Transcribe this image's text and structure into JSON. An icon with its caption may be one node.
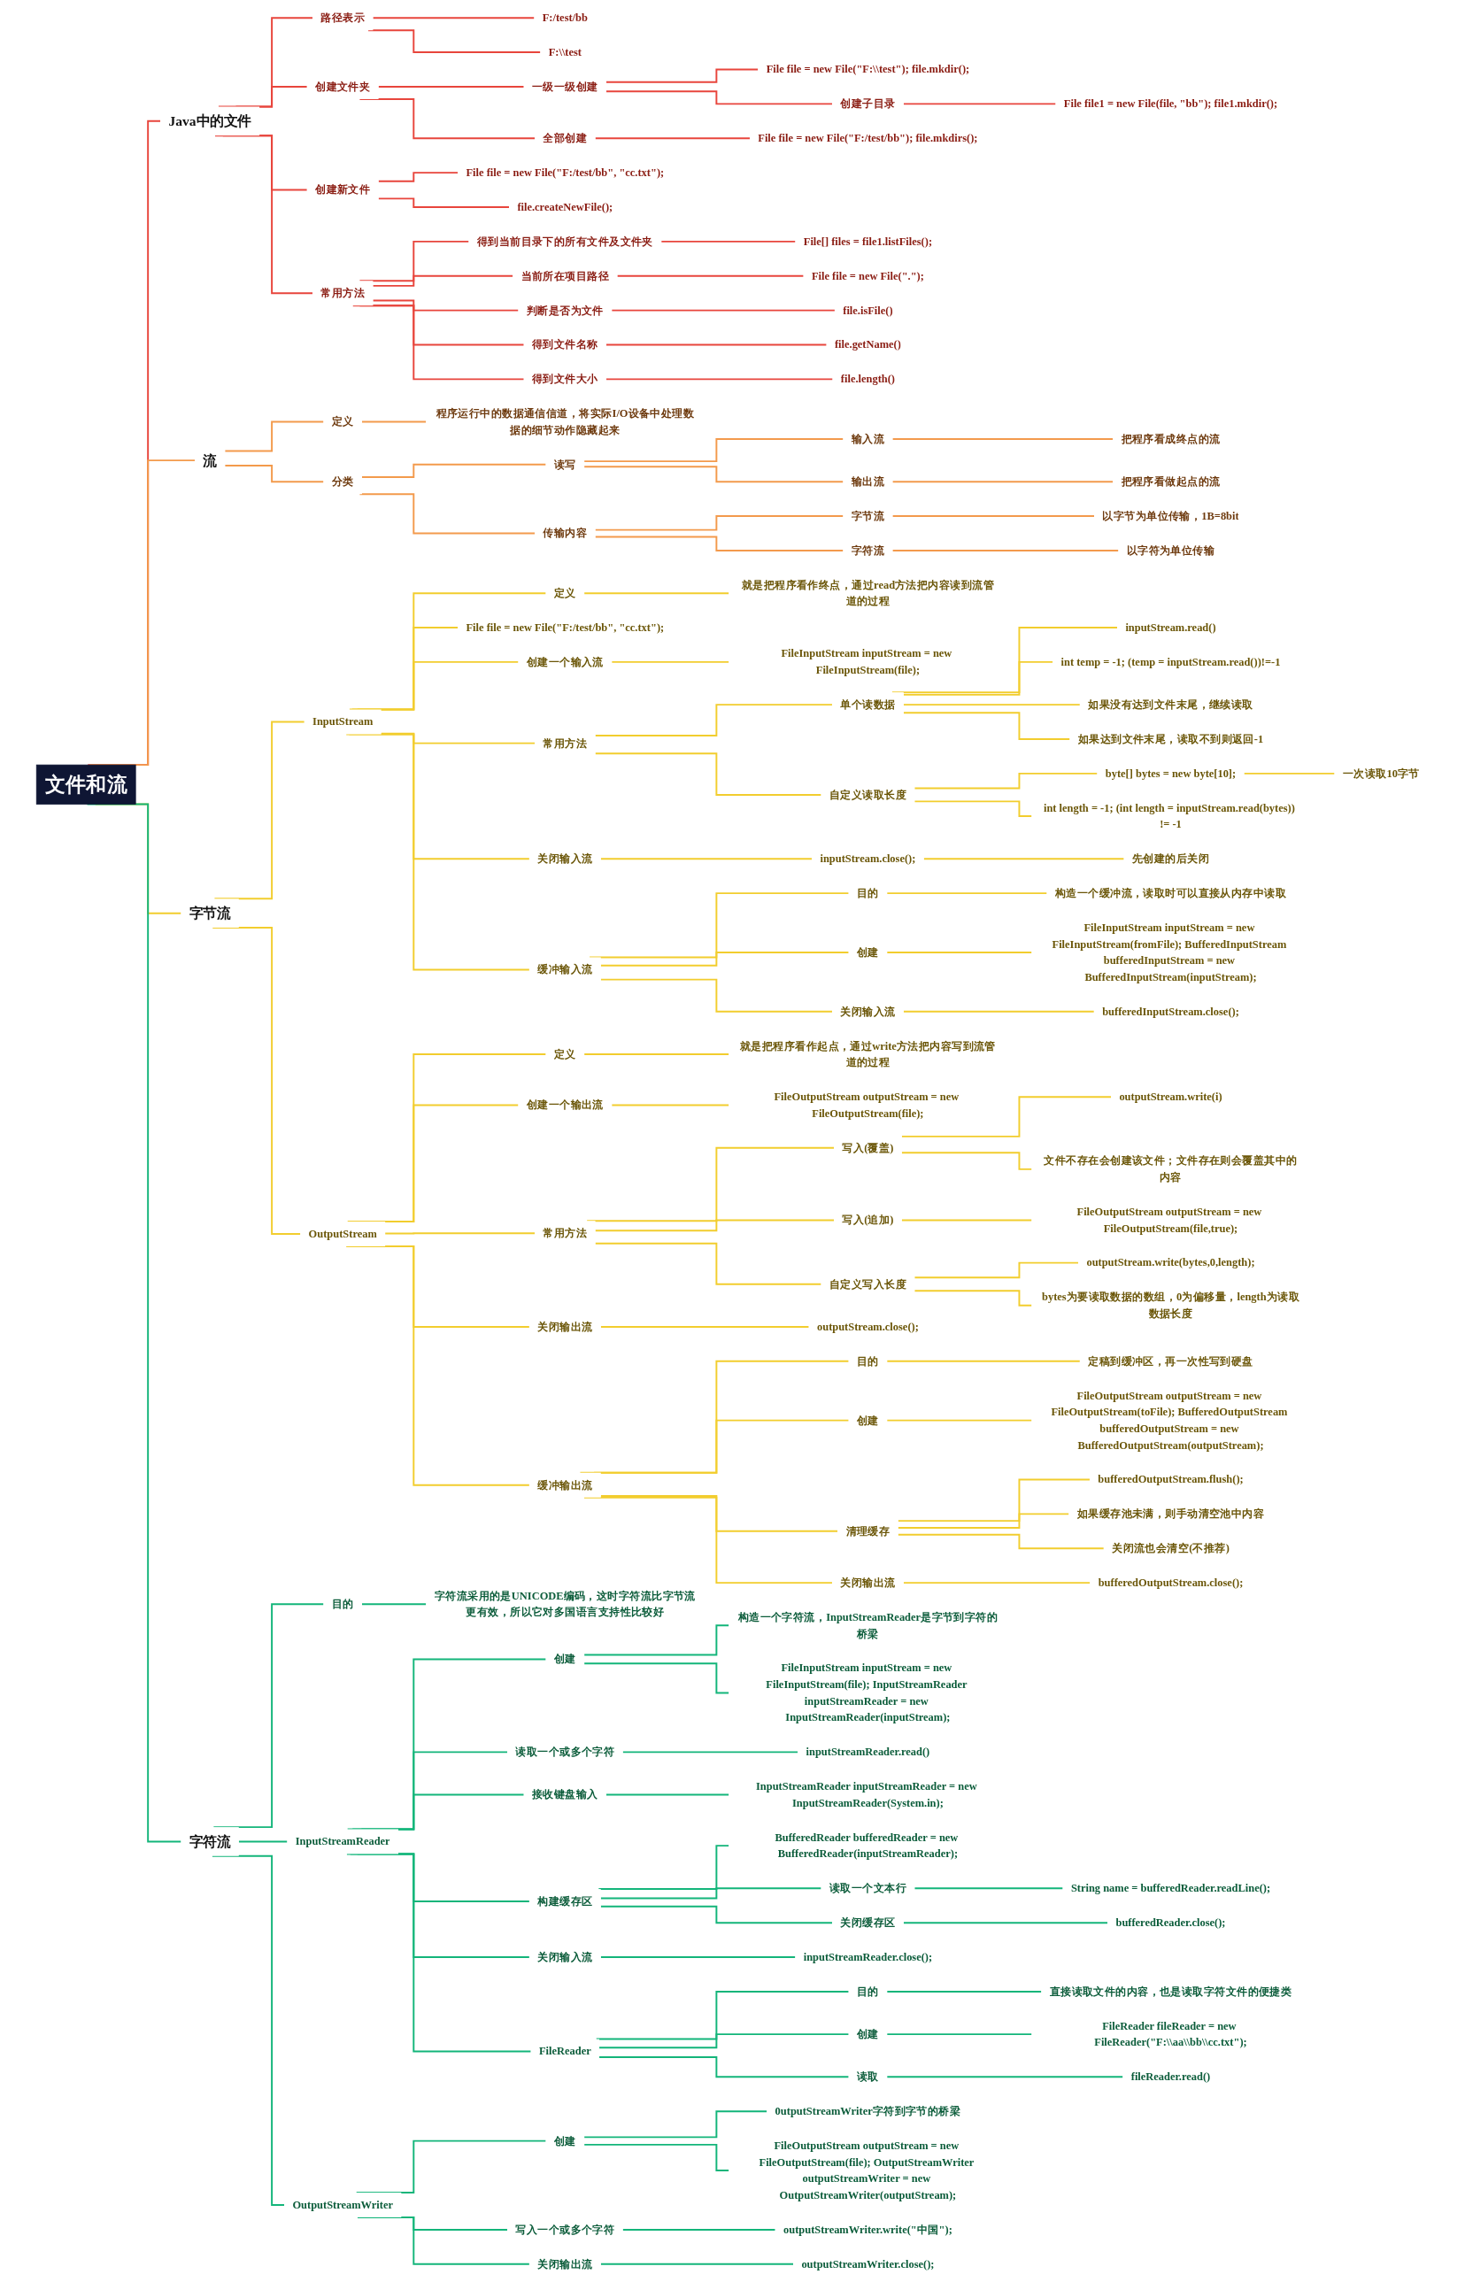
{
  "diagram": {
    "nodes": [
      {
        "text": [
          "文件和流"
        ]
      },
      {
        "text": [
          "Java中的文件"
        ]
      },
      {
        "text": [
          "路径表示"
        ]
      },
      {
        "text": [
          "F:/test/bb"
        ]
      },
      {
        "text": [
          "F:\\\\test"
        ]
      },
      {
        "text": [
          "创建文件夹"
        ]
      },
      {
        "text": [
          "一级一级创建"
        ]
      },
      {
        "text": [
          "File file = new File(\"F:\\\\test\"); file.mkdir();"
        ]
      },
      {
        "text": [
          "创建子目录"
        ]
      },
      {
        "text": [
          "File file1 = new File(file, \"bb\"); file1.mkdir();"
        ]
      },
      {
        "text": [
          "全部创建"
        ]
      },
      {
        "text": [
          "File file = new File(\"F:/test/bb\"); file.mkdirs();"
        ]
      },
      {
        "text": [
          "创建新文件"
        ]
      },
      {
        "text": [
          "File file = new File(\"F:/test/bb\", \"cc.txt\");"
        ]
      },
      {
        "text": [
          "file.createNewFile();"
        ]
      },
      {
        "text": [
          "常用方法"
        ]
      },
      {
        "text": [
          "得到当前目录下的所有文件及文件夹"
        ]
      },
      {
        "text": [
          "File[] files = file1.listFiles();"
        ]
      },
      {
        "text": [
          "当前所在项目路径"
        ]
      },
      {
        "text": [
          "File file = new File(\".\");"
        ]
      },
      {
        "text": [
          "判断是否为文件"
        ]
      },
      {
        "text": [
          "file.isFile()"
        ]
      },
      {
        "text": [
          "得到文件名称"
        ]
      },
      {
        "text": [
          "file.getName()"
        ]
      },
      {
        "text": [
          "得到文件大小"
        ]
      },
      {
        "text": [
          "file.length()"
        ]
      },
      {
        "text": [
          "流"
        ]
      },
      {
        "text": [
          "定义"
        ]
      },
      {
        "text": [
          "程序运行中的数据通信信道，将实际I/O设备中处理数据的细节动作隐藏起来"
        ]
      },
      {
        "text": [
          "分类"
        ]
      },
      {
        "text": [
          "读写"
        ]
      },
      {
        "text": [
          "输入流"
        ]
      },
      {
        "text": [
          "把程序看成终点的流"
        ]
      },
      {
        "text": [
          "输出流"
        ]
      },
      {
        "text": [
          "把程序看做起点的流"
        ]
      },
      {
        "text": [
          "传输内容"
        ]
      },
      {
        "text": [
          "字节流"
        ]
      },
      {
        "text": [
          "以字节为单位传输，1B=8bit"
        ]
      },
      {
        "text": [
          "字符流"
        ]
      },
      {
        "text": [
          "以字符为单位传输"
        ]
      },
      {
        "text": [
          "字节流"
        ]
      },
      {
        "text": [
          "InputStream"
        ]
      },
      {
        "text": [
          "定义"
        ]
      },
      {
        "text": [
          "就是把程序看作终点，通过read方法把内容读到流管道的过程"
        ]
      },
      {
        "text": [
          "File file = new File(\"F:/test/bb\", \"cc.txt\");"
        ]
      },
      {
        "text": [
          "创建一个输入流"
        ]
      },
      {
        "text": [
          "FileInputStream inputStream = new FileInputStream(file);"
        ]
      },
      {
        "text": [
          "常用方法"
        ]
      },
      {
        "text": [
          "单个读数据"
        ]
      },
      {
        "text": [
          "inputStream.read()"
        ]
      },
      {
        "text": [
          "int temp = -1; (temp = inputStream.read())!=-1"
        ]
      },
      {
        "text": [
          "如果没有达到文件末尾，继续读取"
        ]
      },
      {
        "text": [
          "如果达到文件末尾，读取不到则返回-1"
        ]
      },
      {
        "text": [
          "自定义读取长度"
        ]
      },
      {
        "text": [
          "byte[] bytes = new byte[10];"
        ]
      },
      {
        "text": [
          "一次读取10字节"
        ]
      },
      {
        "text": [
          "int length = -1; (int length = inputStream.read(bytes)) != -1"
        ]
      },
      {
        "text": [
          "关闭输入流"
        ]
      },
      {
        "text": [
          "inputStream.close();"
        ]
      },
      {
        "text": [
          "先创建的后关闭"
        ]
      },
      {
        "text": [
          "缓冲输入流"
        ]
      },
      {
        "text": [
          "目的"
        ]
      },
      {
        "text": [
          "构造一个缓冲流，读取时可以直接从内存中读取"
        ]
      },
      {
        "text": [
          "创建"
        ]
      },
      {
        "text": [
          "FileInputStream inputStream = new FileInputStream(fromFile); BufferedInputStream bufferedInputStream = new BufferedInputStream(inputStream);"
        ]
      },
      {
        "text": [
          "关闭输入流"
        ]
      },
      {
        "text": [
          "bufferedInputStream.close();"
        ]
      },
      {
        "text": [
          "OutputStream"
        ]
      },
      {
        "text": [
          "定义"
        ]
      },
      {
        "text": [
          "就是把程序看作起点，通过write方法把内容写到流管道的过程"
        ]
      },
      {
        "text": [
          "创建一个输出流"
        ]
      },
      {
        "text": [
          "FileOutputStream outputStream = new FileOutputStream(file);"
        ]
      },
      {
        "text": [
          "常用方法"
        ]
      },
      {
        "text": [
          "写入(覆盖)"
        ]
      },
      {
        "text": [
          "outputStream.write(i)"
        ]
      },
      {
        "text": [
          "文件不存在会创建该文件；文件存在则会覆盖其中的内容"
        ]
      },
      {
        "text": [
          "写入(追加)"
        ]
      },
      {
        "text": [
          "FileOutputStream outputStream = new FileOutputStream(file,true);"
        ]
      },
      {
        "text": [
          "自定义写入长度"
        ]
      },
      {
        "text": [
          "outputStream.write(bytes,0,length);"
        ]
      },
      {
        "text": [
          "bytes为要读取数据的数组，0为偏移量，length为读取数据长度"
        ]
      },
      {
        "text": [
          "关闭输出流"
        ]
      },
      {
        "text": [
          "outputStream.close();"
        ]
      },
      {
        "text": [
          "缓冲输出流"
        ]
      },
      {
        "text": [
          "目的"
        ]
      },
      {
        "text": [
          "定稿到缓冲区，再一次性写到硬盘"
        ]
      },
      {
        "text": [
          "创建"
        ]
      },
      {
        "text": [
          "FileOutputStream outputStream = new FileOutputStream(toFile); BufferedOutputStream bufferedOutputStream = new BufferedOutputStream(outputStream);"
        ]
      },
      {
        "text": [
          "清理缓存"
        ]
      },
      {
        "text": [
          "bufferedOutputStream.flush();"
        ]
      },
      {
        "text": [
          "如果缓存池未满，则手动清空池中内容"
        ]
      },
      {
        "text": [
          "关闭流也会清空(不推荐)"
        ]
      },
      {
        "text": [
          "关闭输出流"
        ]
      },
      {
        "text": [
          "bufferedOutputStream.close();"
        ]
      },
      {
        "text": [
          "字符流"
        ]
      },
      {
        "text": [
          "目的"
        ]
      },
      {
        "text": [
          "字符流采用的是UNICODE编码，这时字符流比字节流更有效，所以它对多国语言支持性比较好"
        ]
      },
      {
        "text": [
          "InputStreamReader"
        ]
      },
      {
        "text": [
          "创建"
        ]
      },
      {
        "text": [
          "构造一个字符流，InputStreamReader是字节到字符的桥梁"
        ]
      },
      {
        "text": [
          "FileInputStream inputStream = new FileInputStream(file); InputStreamReader inputStreamReader = new InputStreamReader(inputStream);"
        ]
      },
      {
        "text": [
          "读取一个或多个字符"
        ]
      },
      {
        "text": [
          "inputStreamReader.read()"
        ]
      },
      {
        "text": [
          "接收键盘输入"
        ]
      },
      {
        "text": [
          "InputStreamReader inputStreamReader = new InputStreamReader(System.in);"
        ]
      },
      {
        "text": [
          "构建缓存区"
        ]
      },
      {
        "text": [
          "BufferedReader bufferedReader = new BufferedReader(inputStreamReader);"
        ]
      },
      {
        "text": [
          "读取一个文本行"
        ]
      },
      {
        "text": [
          "String name = bufferedReader.readLine();"
        ]
      },
      {
        "text": [
          "关闭缓存区"
        ]
      },
      {
        "text": [
          "bufferedReader.close();"
        ]
      },
      {
        "text": [
          "关闭输入流"
        ]
      },
      {
        "text": [
          "inputStreamReader.close();"
        ]
      },
      {
        "text": [
          "FileReader"
        ]
      },
      {
        "text": [
          "目的"
        ]
      },
      {
        "text": [
          "直接读取文件的内容，也是读取字符文件的便捷类"
        ]
      },
      {
        "text": [
          "创建"
        ]
      },
      {
        "text": [
          "FileReader fileReader = new FileReader(\"F:\\\\aa\\\\bb\\\\cc.txt\");"
        ]
      },
      {
        "text": [
          "读取"
        ]
      },
      {
        "text": [
          "fileReader.read()"
        ]
      },
      {
        "text": [
          "OutputStreamWriter"
        ]
      },
      {
        "text": [
          "创建"
        ]
      },
      {
        "text": [
          "0utputStreamWriter字符到字节的桥梁"
        ]
      },
      {
        "text": [
          "FileOutputStream outputStream = new FileOutputStream(file); OutputStreamWriter outputStreamWriter = new OutputStreamWriter(outputStream);"
        ]
      },
      {
        "text": [
          "写入一个或多个字符"
        ]
      },
      {
        "text": [
          "outputStreamWriter.write(\"中国\");"
        ]
      },
      {
        "text": [
          "关闭输出流"
        ]
      },
      {
        "text": [
          "outputStreamWriter.close();"
        ]
      }
    ],
    "edges": [
      {
        "from": 0,
        "to": 1,
        "arrow": "none",
        "color": "#e8453c"
      },
      {
        "from": 1,
        "to": 2,
        "arrow": "none",
        "color": "#e8453c"
      },
      {
        "from": 2,
        "to": 3,
        "arrow": "none",
        "color": "#e8453c"
      },
      {
        "from": 2,
        "to": 4,
        "arrow": "none",
        "color": "#e8453c"
      },
      {
        "from": 1,
        "to": 5,
        "arrow": "none",
        "color": "#e8453c"
      },
      {
        "from": 5,
        "to": 6,
        "arrow": "none",
        "color": "#e8453c"
      },
      {
        "from": 6,
        "to": 7,
        "arrow": "none",
        "color": "#e8453c"
      },
      {
        "from": 6,
        "to": 8,
        "arrow": "none",
        "color": "#e8453c"
      },
      {
        "from": 8,
        "to": 9,
        "arrow": "none",
        "color": "#e8453c"
      },
      {
        "from": 5,
        "to": 10,
        "arrow": "none",
        "color": "#e8453c"
      },
      {
        "from": 10,
        "to": 11,
        "arrow": "none",
        "color": "#e8453c"
      },
      {
        "from": 1,
        "to": 12,
        "arrow": "none",
        "color": "#e8453c"
      },
      {
        "from": 12,
        "to": 13,
        "arrow": "none",
        "color": "#e8453c"
      },
      {
        "from": 12,
        "to": 14,
        "arrow": "none",
        "color": "#e8453c"
      },
      {
        "from": 1,
        "to": 15,
        "arrow": "none",
        "color": "#e8453c"
      },
      {
        "from": 15,
        "to": 16,
        "arrow": "none",
        "color": "#e8453c"
      },
      {
        "from": 16,
        "to": 17,
        "arrow": "none",
        "color": "#e8453c"
      },
      {
        "from": 15,
        "to": 18,
        "arrow": "none",
        "color": "#e8453c"
      },
      {
        "from": 18,
        "to": 19,
        "arrow": "none",
        "color": "#e8453c"
      },
      {
        "from": 15,
        "to": 20,
        "arrow": "none",
        "color": "#e8453c"
      },
      {
        "from": 20,
        "to": 21,
        "arrow": "none",
        "color": "#e8453c"
      },
      {
        "from": 15,
        "to": 22,
        "arrow": "none",
        "color": "#e8453c"
      },
      {
        "from": 22,
        "to": 23,
        "arrow": "none",
        "color": "#e8453c"
      },
      {
        "from": 15,
        "to": 24,
        "arrow": "none",
        "color": "#e8453c"
      },
      {
        "from": 24,
        "to": 25,
        "arrow": "none",
        "color": "#e8453c"
      },
      {
        "from": 0,
        "to": 26,
        "arrow": "none",
        "color": "#f39a4c"
      },
      {
        "from": 26,
        "to": 27,
        "arrow": "none",
        "color": "#f39a4c"
      },
      {
        "from": 27,
        "to": 28,
        "arrow": "none",
        "color": "#f39a4c"
      },
      {
        "from": 26,
        "to": 29,
        "arrow": "none",
        "color": "#f39a4c"
      },
      {
        "from": 29,
        "to": 30,
        "arrow": "none",
        "color": "#f39a4c"
      },
      {
        "from": 30,
        "to": 31,
        "arrow": "none",
        "color": "#f39a4c"
      },
      {
        "from": 31,
        "to": 32,
        "arrow": "none",
        "color": "#f39a4c"
      },
      {
        "from": 30,
        "to": 33,
        "arrow": "none",
        "color": "#f39a4c"
      },
      {
        "from": 33,
        "to": 34,
        "arrow": "none",
        "color": "#f39a4c"
      },
      {
        "from": 29,
        "to": 35,
        "arrow": "none",
        "color": "#f39a4c"
      },
      {
        "from": 35,
        "to": 36,
        "arrow": "none",
        "color": "#f39a4c"
      },
      {
        "from": 36,
        "to": 37,
        "arrow": "none",
        "color": "#f39a4c"
      },
      {
        "from": 35,
        "to": 38,
        "arrow": "none",
        "color": "#f39a4c"
      },
      {
        "from": 38,
        "to": 39,
        "arrow": "none",
        "color": "#f39a4c"
      },
      {
        "from": 0,
        "to": 40,
        "arrow": "none"
      },
      {
        "from": 40,
        "to": 41,
        "arrow": "none"
      },
      {
        "from": 41,
        "to": 42,
        "arrow": "none"
      },
      {
        "from": 42,
        "to": 43,
        "arrow": "none"
      },
      {
        "from": 41,
        "to": 44,
        "arrow": "none"
      },
      {
        "from": 41,
        "to": 45,
        "arrow": "none"
      },
      {
        "from": 45,
        "to": 46,
        "arrow": "none"
      },
      {
        "from": 41,
        "to": 47,
        "arrow": "none"
      },
      {
        "from": 47,
        "to": 48,
        "arrow": "none"
      },
      {
        "from": 48,
        "to": 49,
        "arrow": "none"
      },
      {
        "from": 48,
        "to": 50,
        "arrow": "none"
      },
      {
        "from": 48,
        "to": 51,
        "arrow": "none"
      },
      {
        "from": 48,
        "to": 52,
        "arrow": "none"
      },
      {
        "from": 47,
        "to": 53,
        "arrow": "none"
      },
      {
        "from": 53,
        "to": 54,
        "arrow": "none"
      },
      {
        "from": 54,
        "to": 55,
        "arrow": "none"
      },
      {
        "from": 53,
        "to": 56,
        "arrow": "none"
      },
      {
        "from": 41,
        "to": 57,
        "arrow": "none"
      },
      {
        "from": 57,
        "to": 58,
        "arrow": "none"
      },
      {
        "from": 58,
        "to": 59,
        "arrow": "none"
      },
      {
        "from": 41,
        "to": 60,
        "arrow": "none"
      },
      {
        "from": 60,
        "to": 61,
        "arrow": "none"
      },
      {
        "from": 61,
        "to": 62,
        "arrow": "none"
      },
      {
        "from": 60,
        "to": 63,
        "arrow": "none"
      },
      {
        "from": 63,
        "to": 64,
        "arrow": "none"
      },
      {
        "from": 60,
        "to": 65,
        "arrow": "none"
      },
      {
        "from": 65,
        "to": 66,
        "arrow": "none"
      },
      {
        "from": 40,
        "to": 67,
        "arrow": "none"
      },
      {
        "from": 67,
        "to": 68,
        "arrow": "none"
      },
      {
        "from": 68,
        "to": 69,
        "arrow": "none"
      },
      {
        "from": 67,
        "to": 70,
        "arrow": "none"
      },
      {
        "from": 70,
        "to": 71,
        "arrow": "none"
      },
      {
        "from": 67,
        "to": 72,
        "arrow": "none"
      },
      {
        "from": 72,
        "to": 73,
        "arrow": "none"
      },
      {
        "from": 73,
        "to": 74,
        "arrow": "none"
      },
      {
        "from": 73,
        "to": 75,
        "arrow": "none"
      },
      {
        "from": 72,
        "to": 76,
        "arrow": "none"
      },
      {
        "from": 76,
        "to": 77,
        "arrow": "none"
      },
      {
        "from": 72,
        "to": 78,
        "arrow": "none"
      },
      {
        "from": 78,
        "to": 79,
        "arrow": "none"
      },
      {
        "from": 78,
        "to": 80,
        "arrow": "none"
      },
      {
        "from": 67,
        "to": 81,
        "arrow": "none"
      },
      {
        "from": 81,
        "to": 82,
        "arrow": "none"
      },
      {
        "from": 67,
        "to": 83,
        "arrow": "none"
      },
      {
        "from": 83,
        "to": 84,
        "arrow": "none"
      },
      {
        "from": 84,
        "to": 85,
        "arrow": "none"
      },
      {
        "from": 83,
        "to": 86,
        "arrow": "none"
      },
      {
        "from": 86,
        "to": 87,
        "arrow": "none"
      },
      {
        "from": 83,
        "to": 88,
        "arrow": "none"
      },
      {
        "from": 88,
        "to": 89,
        "arrow": "none"
      },
      {
        "from": 88,
        "to": 90,
        "arrow": "none"
      },
      {
        "from": 88,
        "to": 91,
        "arrow": "none"
      },
      {
        "from": 83,
        "to": 92,
        "arrow": "none"
      },
      {
        "from": 92,
        "to": 93,
        "arrow": "none"
      },
      {
        "from": 0,
        "to": 94,
        "arrow": "none",
        "color": "#13b57a"
      },
      {
        "from": 94,
        "to": 95,
        "arrow": "none",
        "color": "#13b57a"
      },
      {
        "from": 95,
        "to": 96,
        "arrow": "none",
        "color": "#13b57a"
      },
      {
        "from": 94,
        "to": 97,
        "arrow": "none",
        "color": "#13b57a"
      },
      {
        "from": 97,
        "to": 98,
        "arrow": "none",
        "color": "#13b57a"
      },
      {
        "from": 98,
        "to": 99,
        "arrow": "none",
        "color": "#13b57a"
      },
      {
        "from": 98,
        "to": 100,
        "arrow": "none",
        "color": "#13b57a"
      },
      {
        "from": 97,
        "to": 101,
        "arrow": "none",
        "color": "#13b57a"
      },
      {
        "from": 101,
        "to": 102,
        "arrow": "none",
        "color": "#13b57a"
      },
      {
        "from": 97,
        "to": 103,
        "arrow": "none",
        "color": "#13b57a"
      },
      {
        "from": 103,
        "to": 104,
        "arrow": "none",
        "color": "#13b57a"
      },
      {
        "from": 97,
        "to": 105,
        "arrow": "none",
        "color": "#13b57a"
      },
      {
        "from": 105,
        "to": 106,
        "arrow": "none",
        "color": "#13b57a"
      },
      {
        "from": 105,
        "to": 107,
        "arrow": "none",
        "color": "#13b57a"
      },
      {
        "from": 107,
        "to": 108,
        "arrow": "none",
        "color": "#13b57a"
      },
      {
        "from": 105,
        "to": 109,
        "arrow": "none",
        "color": "#13b57a"
      },
      {
        "from": 109,
        "to": 110,
        "arrow": "none",
        "color": "#13b57a"
      },
      {
        "from": 97,
        "to": 111,
        "arrow": "none",
        "color": "#13b57a"
      },
      {
        "from": 111,
        "to": 112,
        "arrow": "none",
        "color": "#13b57a"
      },
      {
        "from": 97,
        "to": 113,
        "arrow": "none",
        "color": "#13b57a"
      },
      {
        "from": 113,
        "to": 114,
        "arrow": "none",
        "color": "#13b57a"
      },
      {
        "from": 114,
        "to": 115,
        "arrow": "none",
        "color": "#13b57a"
      },
      {
        "from": 113,
        "to": 116,
        "arrow": "none",
        "color": "#13b57a"
      },
      {
        "from": 116,
        "to": 117,
        "arrow": "none",
        "color": "#13b57a"
      },
      {
        "from": 113,
        "to": 118,
        "arrow": "none",
        "color": "#13b57a"
      },
      {
        "from": 118,
        "to": 119,
        "arrow": "none",
        "color": "#13b57a"
      },
      {
        "from": 94,
        "to": 120,
        "arrow": "none",
        "color": "#13b57a"
      },
      {
        "from": 120,
        "to": 121,
        "arrow": "none",
        "color": "#13b57a"
      },
      {
        "from": 121,
        "to": 122,
        "arrow": "none",
        "color": "#13b57a"
      },
      {
        "from": 121,
        "to": 123,
        "arrow": "none",
        "color": "#13b57a"
      },
      {
        "from": 120,
        "to": 124,
        "arrow": "none",
        "color": "#13b57a"
      },
      {
        "from": 124,
        "to": 125,
        "arrow": "none",
        "color": "#13b57a"
      },
      {
        "from": 120,
        "to": 126,
        "arrow": "none",
        "color": "#13b57a"
      },
      {
        "from": 126,
        "to": 127,
        "arrow": "none",
        "color": "#13b57a"
      }
    ]
  }
}
